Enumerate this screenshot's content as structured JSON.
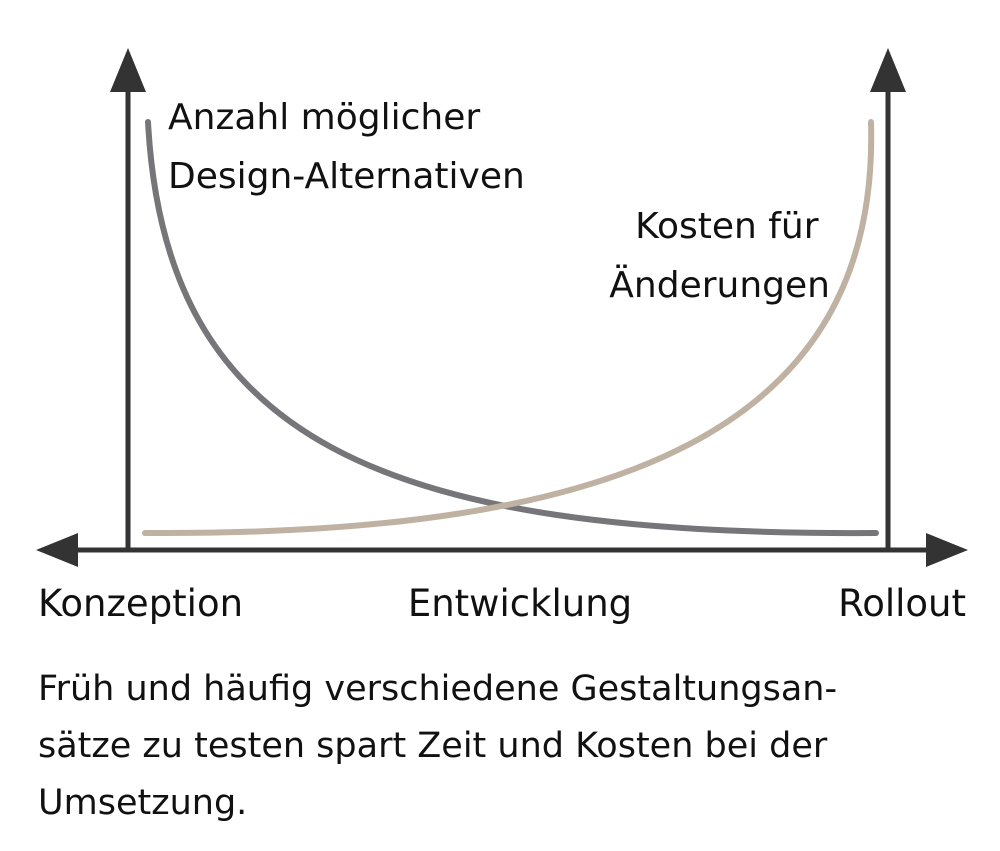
{
  "curves": {
    "alternatives": {
      "label_lines": [
        "Anzahl möglicher",
        "Design-Alternativen"
      ],
      "color": "#76767a"
    },
    "costs": {
      "label_lines": [
        "Kosten für",
        "Änderungen"
      ],
      "color": "#bfb2a2"
    }
  },
  "axis": {
    "color": "#333333",
    "labels": {
      "start": "Konzeption",
      "middle": "Entwicklung",
      "end": "Rollout"
    }
  },
  "caption": {
    "lines": [
      "Früh und häufig verschiedene Gestaltungsan-",
      "sätze zu testen spart Zeit und Kosten bei der",
      "Umsetzung."
    ]
  }
}
